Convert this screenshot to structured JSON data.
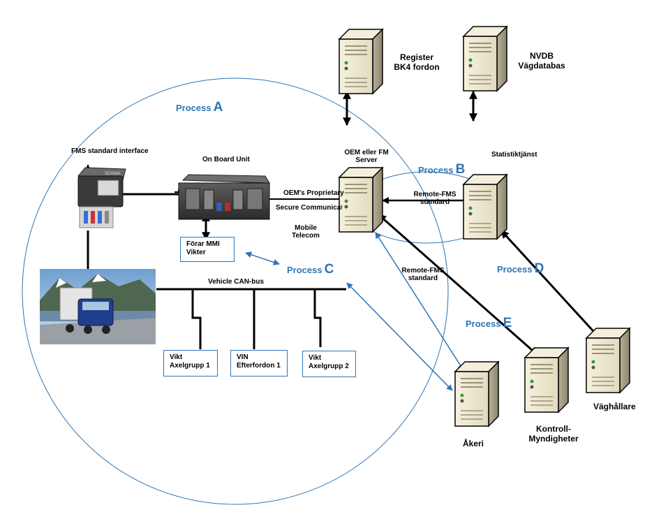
{
  "colors": {
    "process_label": "#2e75b6",
    "circle_outline": "#2e75b6",
    "box_border": "#2e75b6",
    "thick_line": "#000000"
  },
  "labels": {
    "fms_interface": "FMS standard  interface",
    "on_board_unit": "On Board Unit",
    "oem_server_line1": "OEM eller FM",
    "oem_server_line2": "Server",
    "statistik": "Statistiktjänst",
    "register_line1": "Register",
    "register_line2": "BK4 fordon",
    "nvdb_line1": "NVDB",
    "nvdb_line2": "Vägdatabas",
    "oem_proprietary": "OEM's  Proprietary",
    "secure_comm": "Secure Communication",
    "mobile": "Mobile",
    "telecom": "Telecom",
    "remote_fms_1_line1": "Remote-FMS",
    "remote_fms_1_line2": "standard",
    "remote_fms_2_line1": "Remote-FMS",
    "remote_fms_2_line2": "standard",
    "vehicle_can": "Vehicle CAN-bus",
    "akeri": "Åkeri",
    "kontroll_line1": "Kontroll-",
    "kontroll_line2": "Myndigheter",
    "vaghallare": "Väghållare"
  },
  "processes": [
    {
      "word": "Process",
      "letter": "A"
    },
    {
      "word": "Process",
      "letter": "B"
    },
    {
      "word": "Process",
      "letter": "C"
    },
    {
      "word": "Process",
      "letter": "D"
    },
    {
      "word": "Process",
      "letter": "E"
    }
  ],
  "boxes": {
    "forar_mmi": [
      "Förar MMI",
      "Vikter"
    ],
    "vikt_axel1": [
      "Vikt",
      "Axelgrupp 1"
    ],
    "vin_efter": [
      "VIN",
      "Efterfordon 1"
    ],
    "vikt_axel2": [
      "Vikt",
      "Axelgrupp 2"
    ]
  },
  "icons": {
    "server": "server-tower-icon",
    "obu": "on-board-unit-device-icon",
    "fms_module": "fms-interface-module-icon",
    "truck": "truck-photo-icon"
  }
}
